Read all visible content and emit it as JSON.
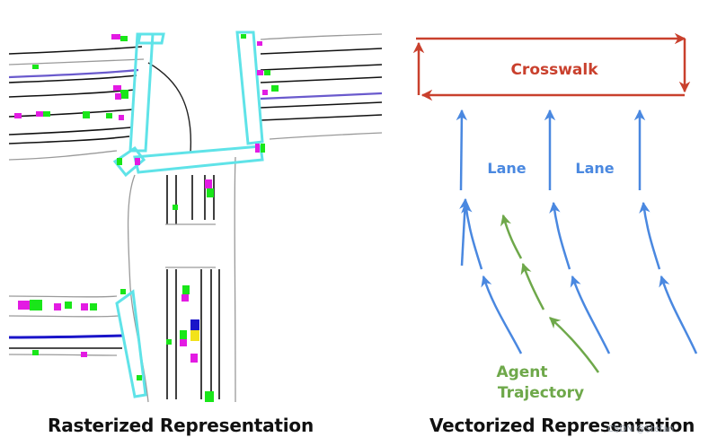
{
  "left_panel": {
    "caption": "Rasterized Representation"
  },
  "right_panel": {
    "caption": "Vectorized Representation",
    "crosswalk_label": "Crosswalk",
    "lane_labels": [
      "Lane",
      "Lane"
    ],
    "agent_label_line1": "Agent",
    "agent_label_line2": "Trajectory"
  },
  "watermark": "CSDN @Stefan",
  "colors": {
    "crosswalk": "#c9402d",
    "lane": "#4a88e0",
    "agent": "#6ea84a",
    "crosswalk_raster": "#5fe3e8",
    "vehicle_green": "#19e619",
    "vehicle_magenta": "#e31be3",
    "ego_blue": "#1a14c9",
    "ego_yellow": "#f2e21a",
    "road_line": "#111111",
    "lane_purple": "#6a5acd"
  }
}
